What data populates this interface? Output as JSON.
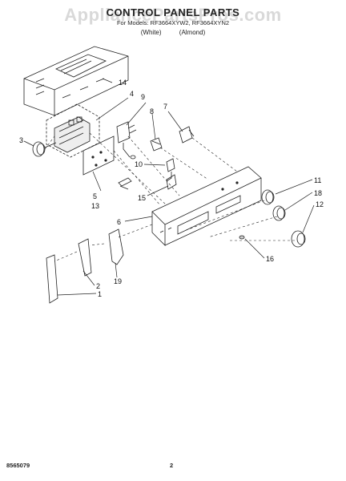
{
  "header": {
    "title": "CONTROL PANEL PARTS",
    "models": "For Models: RF3664XYW2, RF3664XYN2",
    "color_white": "(White)",
    "color_almond": "(Almond)"
  },
  "watermark": "AppliancePartsPros.com",
  "footer": {
    "doc_number": "8565079",
    "page_number": "2"
  },
  "callouts": [
    "14",
    "4",
    "9",
    "8",
    "7",
    "3",
    "10",
    "5",
    "13",
    "15",
    "11",
    "18",
    "12",
    "6",
    "16",
    "2",
    "19",
    "1"
  ]
}
